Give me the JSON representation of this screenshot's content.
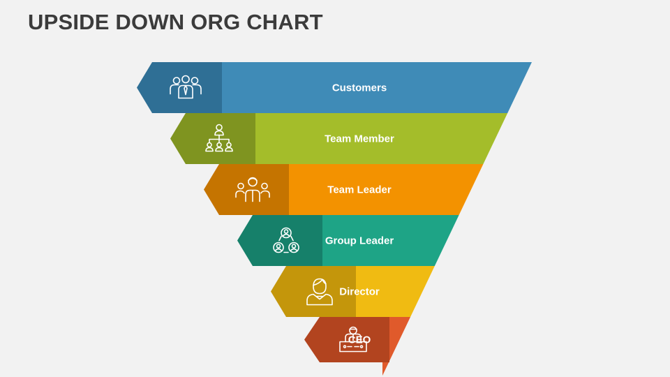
{
  "title": "UPSIDE DOWN ORG CHART",
  "tiers": [
    {
      "label": "Customers",
      "color": "#3f8bb7",
      "shade": "#2f6f95",
      "icon": "customers-group-icon"
    },
    {
      "label": "Team Member",
      "color": "#a4bd2a",
      "shade": "#7f9420",
      "icon": "team-hierarchy-icon"
    },
    {
      "label": "Team Leader",
      "color": "#f39200",
      "shade": "#c57400",
      "icon": "team-leader-icon"
    },
    {
      "label": "Group Leader",
      "color": "#1ea486",
      "shade": "#16806a",
      "icon": "group-network-icon"
    },
    {
      "label": "Director",
      "color": "#f0bb12",
      "shade": "#c4960b",
      "icon": "director-icon"
    },
    {
      "label": "CEO",
      "color": "#e05a2b",
      "shade": "#b2441f",
      "icon": "ceo-desk-icon"
    }
  ]
}
